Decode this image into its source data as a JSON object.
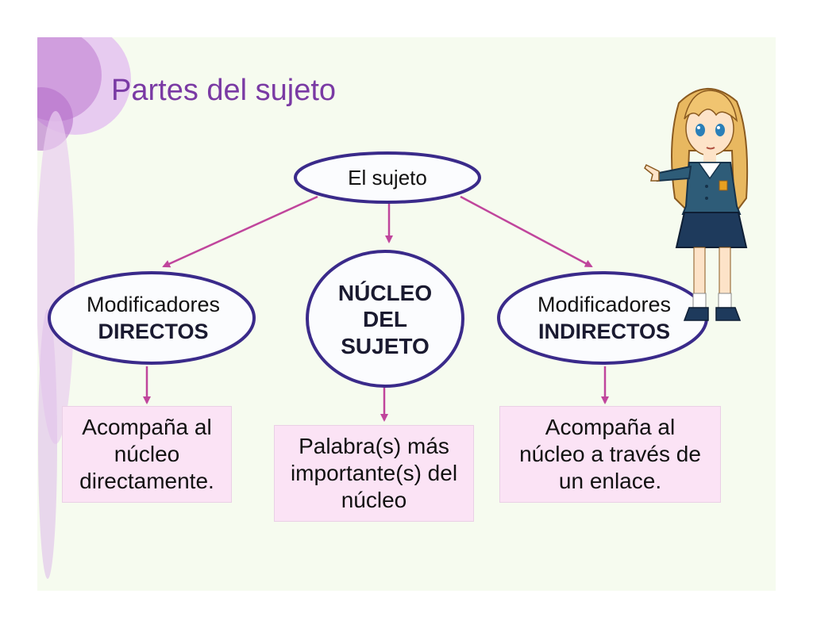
{
  "title": "Partes del sujeto",
  "diagram": {
    "root": "El sujeto",
    "left": {
      "line1": "Modificadores",
      "line2": "DIRECTOS",
      "desc": "Acompaña al\nnúcleo\ndirectamente."
    },
    "center": {
      "line1": "NÚCLEO",
      "line2": "DEL",
      "line3": "SUJETO",
      "desc": "Palabra(s) más\nimportante(s) del\nnúcleo"
    },
    "right": {
      "line1": "Modificadores",
      "line2": "INDIRECTOS",
      "desc": "Acompaña al\nnúcleo a través de\nun enlace."
    }
  },
  "colors": {
    "title": "#7a3aa4",
    "ellipse_border": "#3a2a8a",
    "arrow": "#c0459c",
    "box_fill": "#fbe3f5",
    "slide_bg": "#f6fbef"
  },
  "illustration": "schoolgirl-pointing"
}
